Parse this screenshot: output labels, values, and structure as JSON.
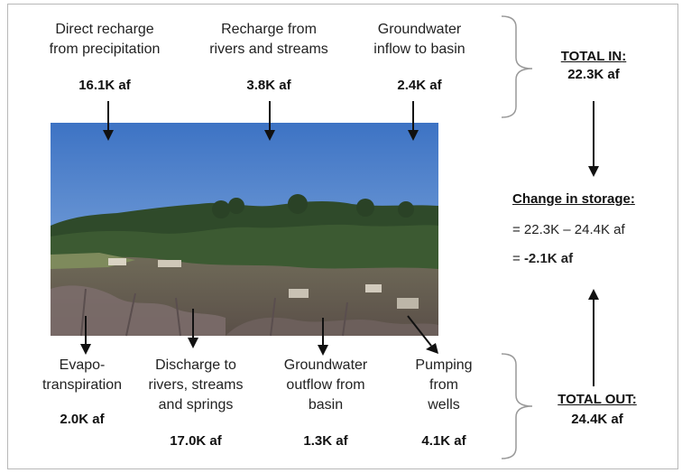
{
  "inflows": [
    {
      "label": "Direct recharge\nfrom precipitation",
      "value": "16.1K af"
    },
    {
      "label": "Recharge from\nrivers and streams",
      "value": "3.8K af"
    },
    {
      "label": "Groundwater\ninflow to basin",
      "value": "2.4K af"
    }
  ],
  "total_in": {
    "title": "TOTAL IN",
    "suffix": ":",
    "value": "22.3K af"
  },
  "storage": {
    "title": "Change in storage",
    "suffix": ":",
    "line1": "= 22.3K  – 24.4K af",
    "line2_prefix": "= ",
    "line2_value": "-2.1K af"
  },
  "outflows": [
    {
      "label": "Evapo-\ntranspiration",
      "value": "2.0K af"
    },
    {
      "label": "Discharge to\nrivers, streams\nand springs",
      "value": "17.0K af"
    },
    {
      "label": "Groundwater\noutflow from\nbasin",
      "value": "1.3K af"
    },
    {
      "label": "Pumping\nfrom\nwells",
      "value": "4.1K af"
    }
  ],
  "total_out": {
    "title": "TOTAL OUT",
    "suffix": ":",
    "value": "24.4K af"
  },
  "photo": {
    "subject": "hillside landscape with trees and houses under blue sky"
  }
}
